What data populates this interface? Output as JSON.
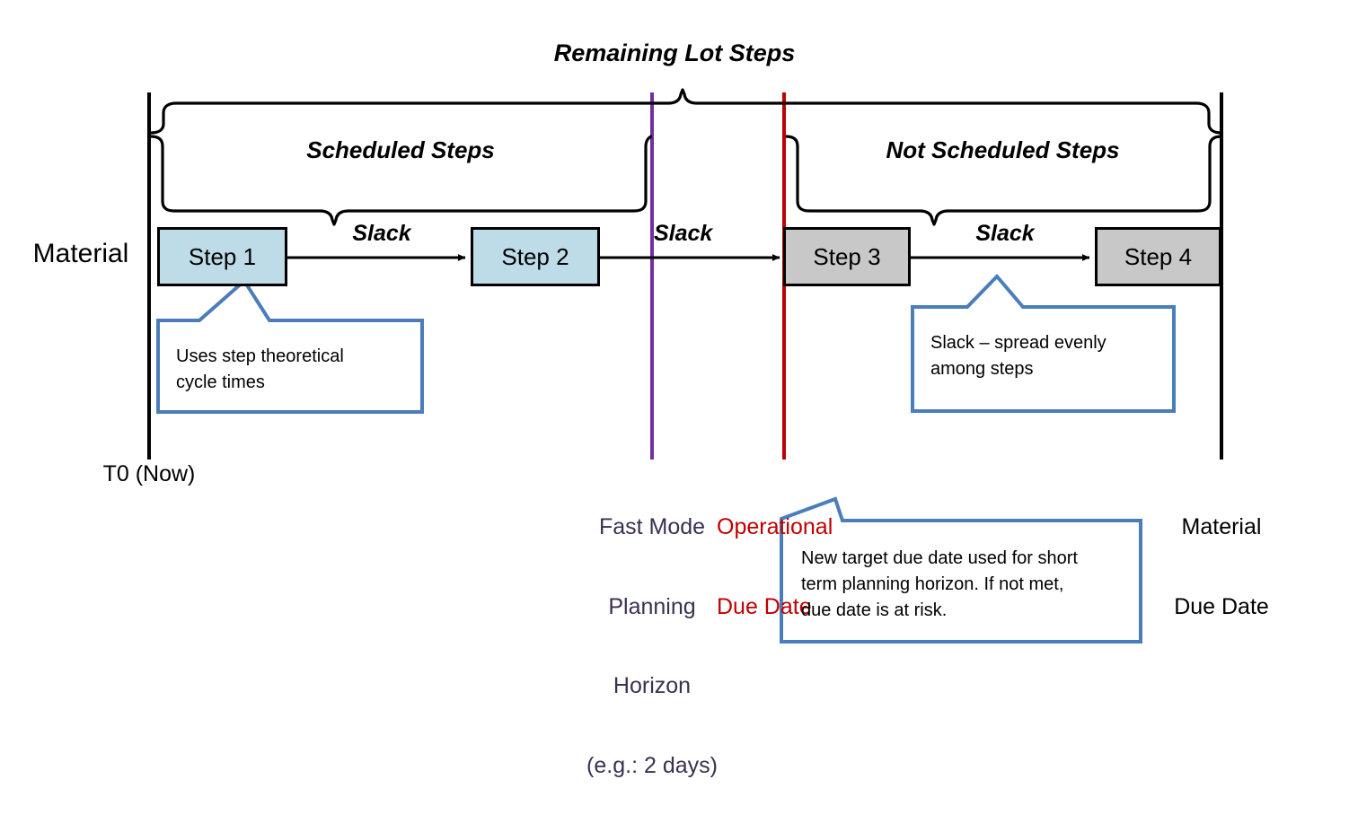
{
  "diagram": {
    "title": "Remaining Lot Steps",
    "row_label": "Material",
    "braces": [
      {
        "id": "scheduled",
        "label": "Scheduled Steps"
      },
      {
        "id": "not-scheduled",
        "label": "Not Scheduled Steps"
      }
    ],
    "steps": [
      {
        "id": "step-1",
        "label": "Step 1",
        "state": "scheduled"
      },
      {
        "id": "step-2",
        "label": "Step 2",
        "state": "scheduled"
      },
      {
        "id": "step-3",
        "label": "Step 3",
        "state": "not-scheduled"
      },
      {
        "id": "step-4",
        "label": "Step 4",
        "state": "not-scheduled"
      }
    ],
    "slack_labels": [
      "Slack",
      "Slack",
      "Slack"
    ],
    "markers": [
      {
        "id": "t0",
        "label": "T0 (Now)",
        "color": "#000000"
      },
      {
        "id": "fast-mode",
        "label": "Fast Mode\nPlanning\nHorizon\n(e.g.: 2 days)",
        "color": "#7030A0"
      },
      {
        "id": "operational",
        "label": "Operational\nDue Date",
        "color": "#C00000"
      },
      {
        "id": "material-due",
        "label": "Material\nDue Date",
        "color": "#000000"
      }
    ],
    "marker_text": {
      "t0": "T0 (Now)",
      "fast_mode_line1": "Fast Mode",
      "fast_mode_line2": "Planning",
      "fast_mode_line3": "Horizon",
      "fast_mode_line4": "(e.g.: 2 days)",
      "operational_line1": "Operational",
      "operational_line2": "Due Date",
      "material_line1": "Material",
      "material_line2": "Due Date"
    },
    "callouts": [
      {
        "id": "callout-cycle-times",
        "text": "Uses step theoretical\ncycle times"
      },
      {
        "id": "callout-slack",
        "text": "Slack – spread evenly\namong steps"
      },
      {
        "id": "callout-due-date",
        "text": "New target due date used for short\nterm planning horizon. If not met,\ndue date is at risk."
      }
    ],
    "callout_text": {
      "cycle_times_l1": "Uses step theoretical",
      "cycle_times_l2": "cycle times",
      "slack_l1": "Slack – spread evenly",
      "slack_l2": "among steps",
      "due_date_l1": "New target due date used for short",
      "due_date_l2": "term planning horizon. If not met,",
      "due_date_l3": "due date is at risk."
    },
    "colors": {
      "step_scheduled_fill": "#BDDCE8",
      "step_not_scheduled_fill": "#C8C8C8",
      "callout_border": "#4A7EBB",
      "fast_mode_line": "#7030A0",
      "operational_line": "#C00000",
      "operational_text": "#C00000",
      "fast_mode_text": "#3B3050",
      "axis": "#000000"
    }
  }
}
